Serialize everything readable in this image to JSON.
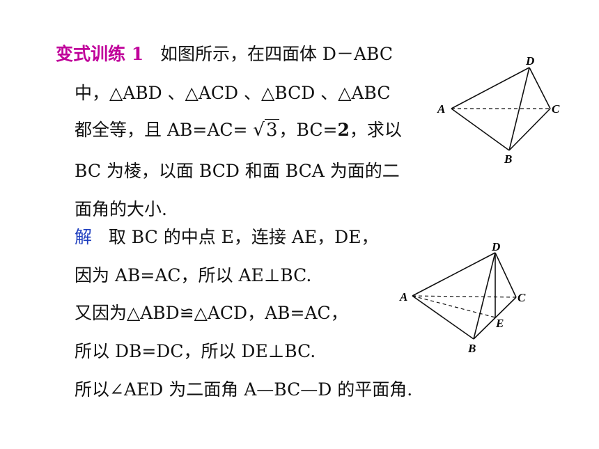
{
  "problem": {
    "heading": "变式训练 1",
    "line1": "如图所示，在四面体 D－ABC",
    "line2": "中，△ABD 、△ACD 、△BCD 、△ABC",
    "line3_pre": "都全等，且 AB=AC=",
    "line3_sqrt": "3",
    "line3_mid": "，BC=",
    "line3_two": "2",
    "line3_post": "，求以",
    "line4": "BC 为棱，以面 BCD 和面 BCA 为面的二",
    "line5": "面角的大小."
  },
  "solution": {
    "label": "解",
    "line1": "取 BC 的中点 E，连接 AE，DE，",
    "line2": "因为 AB=AC，所以 AE⊥BC.",
    "line3": "又因为△ABD≌△ACD，AB=AC，",
    "line4": "所以 DB=DC，所以 DE⊥BC.",
    "line5": "所以∠AED 为二面角 A—BC—D 的平面角."
  },
  "figure1": {
    "labels": {
      "A": "A",
      "B": "B",
      "C": "C",
      "D": "D"
    }
  },
  "figure2": {
    "labels": {
      "A": "A",
      "B": "B",
      "C": "C",
      "D": "D",
      "E": "E"
    }
  },
  "colors": {
    "heading": "#c0009a",
    "solution_label": "#1f3fbf",
    "text": "#111111"
  }
}
